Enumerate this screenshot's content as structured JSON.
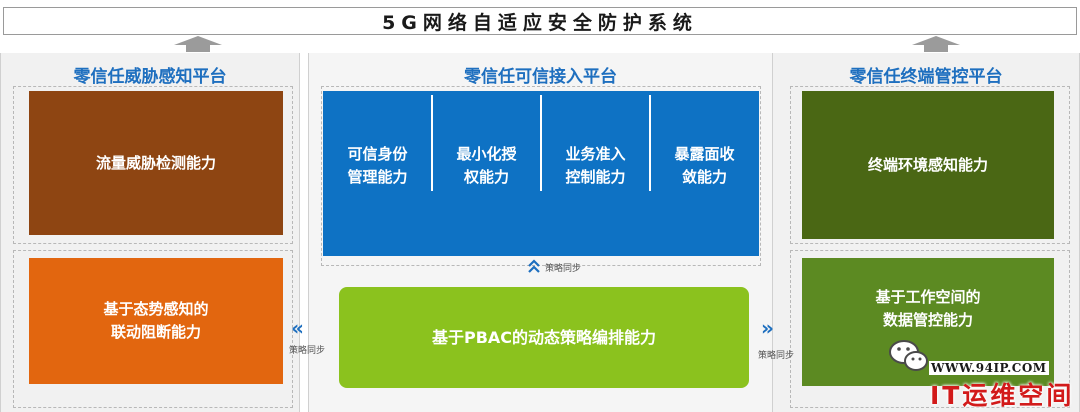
{
  "title": "5G网络自适应安全防护系统",
  "left": {
    "title": "零信任威胁感知平台",
    "box1": "流量威胁检测能力",
    "box2": "基于态势感知的\n联动阻断能力"
  },
  "middle": {
    "title": "零信任可信接入平台",
    "boxes": [
      "可信身份\n管理能力",
      "最小化授\n权能力",
      "业务准入\n控制能力",
      "暴露面收\n敛能力"
    ],
    "sync_label": "策略同步",
    "bottom_box": "基于PBAC的动态策略编排能力"
  },
  "right": {
    "title": "零信任终端管控平台",
    "box1": "终端环境感知能力",
    "box2": "基于工作空间的\n数据管控能力"
  },
  "sync_left": "策略同步",
  "sync_right": "策略同步",
  "watermark": {
    "url": "WWW.94IP.COM",
    "brand": "IT运维空间"
  }
}
